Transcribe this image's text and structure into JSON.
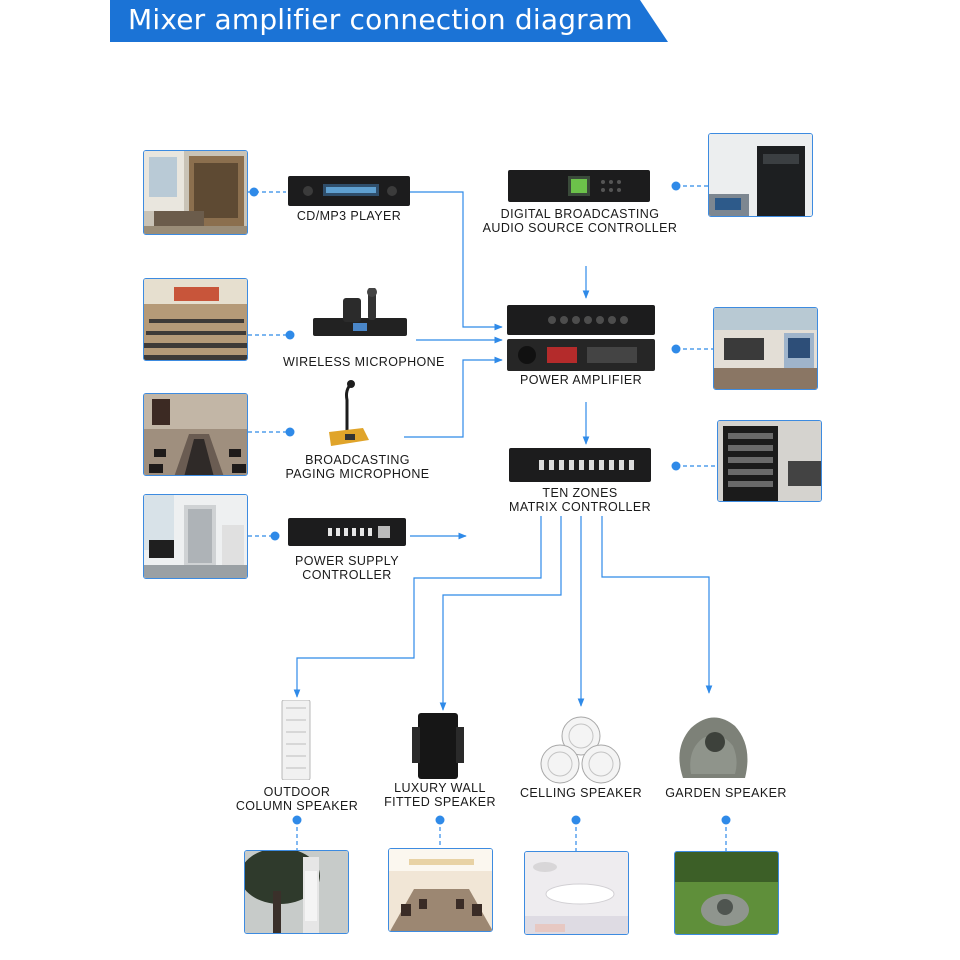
{
  "title": "Mixer amplifier connection diagram",
  "colors": {
    "accent": "#1b73d6",
    "connector": "#2f8ae8"
  },
  "sources": [
    {
      "id": "cd_mp3",
      "label": "CD/MP3 PLAYER"
    },
    {
      "id": "wireless_mic",
      "label": "WIRELESS MICROPHONE"
    },
    {
      "id": "paging_mic",
      "label_lines": [
        "BROADCASTING",
        "PAGING MICROPHONE"
      ]
    },
    {
      "id": "power_supply",
      "label_lines": [
        "POWER SUPPLY",
        "CONTROLLER"
      ]
    }
  ],
  "core": [
    {
      "id": "digital_broadcasting",
      "label_lines": [
        "DIGITAL BROADCASTING",
        "AUDIO SOURCE CONTROLLER"
      ]
    },
    {
      "id": "power_amplifier",
      "label": "POWER AMPLIFIER"
    },
    {
      "id": "matrix",
      "label_lines": [
        "TEN ZONES",
        "MATRIX CONTROLLER"
      ]
    }
  ],
  "speakers": [
    {
      "id": "outdoor",
      "label_lines": [
        "OUTDOOR",
        "COLUMN SPEAKER"
      ]
    },
    {
      "id": "luxury",
      "label_lines": [
        "LUXURY WALL",
        "FITTED  SPEAKER"
      ]
    },
    {
      "id": "ceiling",
      "label": "CELLING SPEAKER"
    },
    {
      "id": "garden",
      "label": "GARDEN SPEAKER"
    }
  ],
  "icons": [
    "classroom-photo",
    "lecture-hall-photo",
    "meeting-room-photo",
    "server-room-photo",
    "office-photo",
    "rack-room-photo",
    "tree-column-photo",
    "hallway-photo",
    "ceiling-light-photo",
    "lawn-speaker-photo"
  ]
}
